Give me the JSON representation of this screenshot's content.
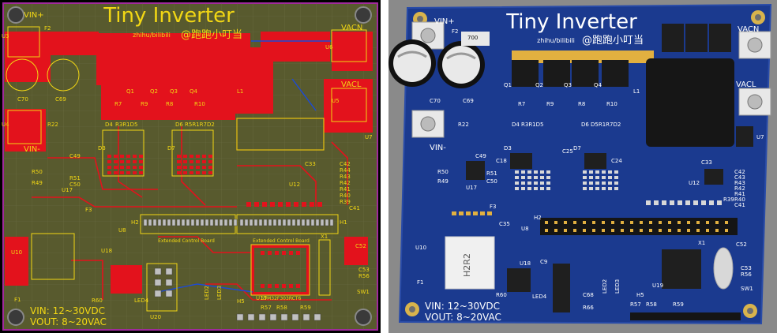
{
  "board": {
    "title": "Tiny Inverter",
    "credit": "zhihu/bilibili",
    "author": "@跑跑小叮当",
    "spec_vin": "VIN: 12~30VDC",
    "spec_vout": "VOUT: 8~20VAC"
  },
  "terminals": {
    "vin_plus": "VIN+",
    "vin_minus": "VIN-",
    "vacn": "VACN",
    "vacl": "VACL"
  },
  "silk_left": {
    "u3": "U3",
    "u4": "U4",
    "u5": "U5",
    "u6": "U6",
    "c70": "C70",
    "c69": "C69",
    "r22": "R22",
    "f2": "F2",
    "l1": "L1",
    "q1": "Q1",
    "q2": "Q2",
    "q3": "Q3",
    "q4": "Q4",
    "r7": "R7",
    "r8": "R8",
    "r9": "R9",
    "r10": "R10",
    "c49": "C49",
    "r50": "R50",
    "r49": "R49",
    "u17": "U17",
    "r51": "R51",
    "c50": "C50",
    "d4": "D4",
    "d6": "D6",
    "r3r1d5": "R3R1D5",
    "r5r1r7d2": "R5R1R7D2",
    "d3": "D3",
    "d7": "D7",
    "c33": "C33",
    "u12": "U12",
    "r39": "R39",
    "r40": "R40",
    "r41": "R41",
    "r42": "R42",
    "r43": "R43",
    "r44": "R44",
    "c41": "C41",
    "c42": "C42",
    "u7": "U7",
    "h1": "H1",
    "h2": "H2",
    "ext_board": "Extended Control Board",
    "u8": "U8",
    "u10": "U10",
    "f1": "F1",
    "f3": "F3",
    "u18": "U18",
    "u19": "U19",
    "u20": "U20",
    "led4": "LED4",
    "r60": "R60",
    "led2": "LED2",
    "led3": "LED3",
    "stm": "STM32F303RCT6",
    "x1": "X1",
    "c52": "C52",
    "c53": "C53",
    "r56": "R56",
    "sw1": "SW1",
    "h5": "H5",
    "r57": "R57",
    "r58": "R58",
    "r59": "R59"
  },
  "silk_right": {
    "f2": "F2",
    "cap_top": "700",
    "c70": "C70",
    "c69": "C69",
    "r22": "R22",
    "q1": "Q1",
    "q2": "Q2",
    "q3": "Q3",
    "q4": "Q4",
    "r7": "R7",
    "r9": "R9",
    "r8": "R8",
    "r10": "R10",
    "l1": "L1",
    "u7": "U7",
    "d4": "D4",
    "d6": "D6",
    "r3r1d5": "R3R1D5",
    "r5r1r7d2": "D5R1R7D2",
    "d3": "D3",
    "d7": "D7",
    "c18": "C18",
    "c24": "C24",
    "c25": "C25",
    "c49": "C49",
    "r50": "R50",
    "r49": "R49",
    "u17": "U17",
    "r51": "R51",
    "c50": "C50",
    "c33": "C33",
    "u12": "U12",
    "c42": "C42",
    "c43": "C43",
    "r43": "R43",
    "r42": "R42",
    "r41": "R41",
    "r40": "R40",
    "c41": "C41",
    "r39": "R39",
    "h2": "H2",
    "f3": "F3",
    "u8": "U8",
    "c35": "C35",
    "u10": "U10",
    "inductor": "H2R2",
    "u18": "U18",
    "c9": "C9",
    "r60": "R60",
    "f1": "F1",
    "led4": "LED4",
    "c68": "C68",
    "r66": "R66",
    "led2": "LED2",
    "led3": "LED3",
    "x1": "X1",
    "c52": "C52",
    "u19": "U19",
    "c53": "C53",
    "r56": "R56",
    "sw1": "SW1",
    "h5": "H5",
    "r57": "R57",
    "r58": "R58",
    "r59": "R59"
  },
  "colors": {
    "left_board": "#585a2e",
    "copper_top": "#e3121c",
    "silk_yellow": "#f2d714",
    "right_board": "#1b3a8f",
    "pad_gold": "#e2b040"
  }
}
